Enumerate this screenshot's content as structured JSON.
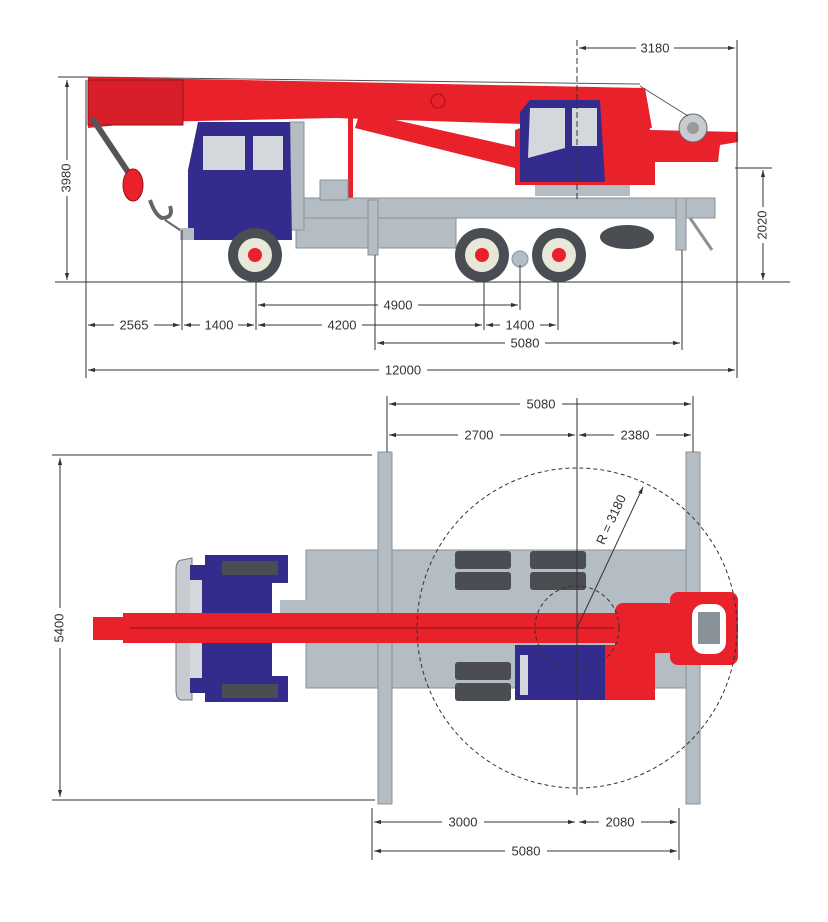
{
  "colors": {
    "boom": "#e8212b",
    "cab": "#332c8c",
    "chassis": "#b4bcc4",
    "tire": "#4a4e52",
    "window": "#d4d8dc",
    "line": "#333333"
  },
  "side_view": {
    "dimensions": {
      "height_total": "3980",
      "height_tail": "2020",
      "tail_swing": "3180",
      "front_overhang": "2565",
      "front_to_axle": "1400",
      "axle1_to_axle2": "4200",
      "axle2_to_axle3": "1400",
      "wheelbase": "4900",
      "outrigger_base": "5080",
      "overall_length": "12000"
    }
  },
  "top_view": {
    "dimensions": {
      "outrigger_base_top": "5080",
      "front_outrigger_to_center": "2700",
      "center_to_rear_outrigger": "2380",
      "outrigger_span": "5400",
      "front_to_center_bottom": "3000",
      "center_to_rear_bottom": "2080",
      "outrigger_base_bottom": "5080",
      "swing_radius": "R = 3180"
    }
  }
}
